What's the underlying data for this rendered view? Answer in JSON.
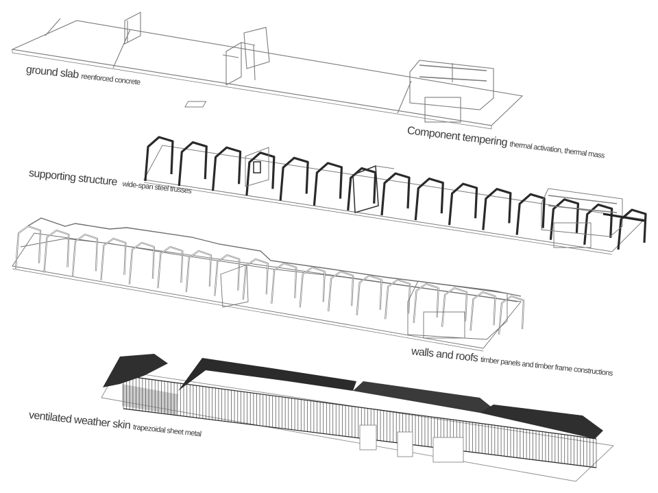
{
  "layers": [
    {
      "main": "ground slab",
      "sub": "reenforced concrete"
    },
    {
      "main": "Component tempering",
      "sub": "thermal activation, thermal mass"
    },
    {
      "main": "supporting structure",
      "sub": "wide-span steel trusses"
    },
    {
      "main": "walls and roofs",
      "sub": "timber panels and timber frame constructions"
    },
    {
      "main": "ventilated weather skin",
      "sub": "trapezoidal sheet metal"
    }
  ],
  "colors": {
    "line": "#7a7a7a",
    "steel": "#2a2a2a",
    "skin": "#3a3a3a",
    "light": "#c8c8c8"
  }
}
